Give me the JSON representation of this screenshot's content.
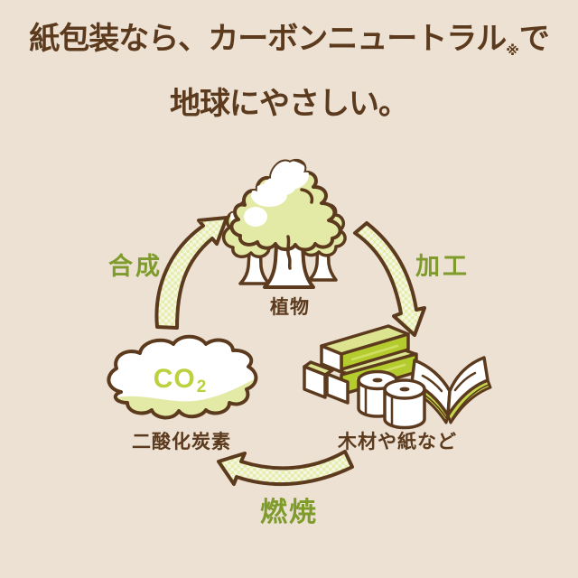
{
  "title": {
    "line1_main": "紙包装なら、カーボンニュートラル",
    "line1_note": "※",
    "line1_suffix": "で",
    "line2": "地球にやさしい。"
  },
  "cycle": {
    "plant": {
      "label": "植物"
    },
    "co2": {
      "label": "二酸化炭素",
      "formula": "CO",
      "formula_sub": "2"
    },
    "materials": {
      "label": "木材や紙など"
    },
    "steps": {
      "synthesis": "合成",
      "processing": "加工",
      "combustion": "燃焼"
    }
  },
  "icons": {
    "plant": "tree-icon",
    "co2": "co2-cloud-icon",
    "materials": "wood-and-paper-icon",
    "arrows": [
      "synthesis-arrow-icon",
      "processing-arrow-icon",
      "combustion-arrow-icon"
    ]
  },
  "colors": {
    "background": "#ECE1D3",
    "text_brown": "#5B3A1D",
    "outline_brown": "#5C3A1E",
    "step_green": "#7E9B2B",
    "pale_green": "#E3EAA6",
    "bright_green": "#B5CC2E",
    "co2_green": "#BDD03E"
  }
}
